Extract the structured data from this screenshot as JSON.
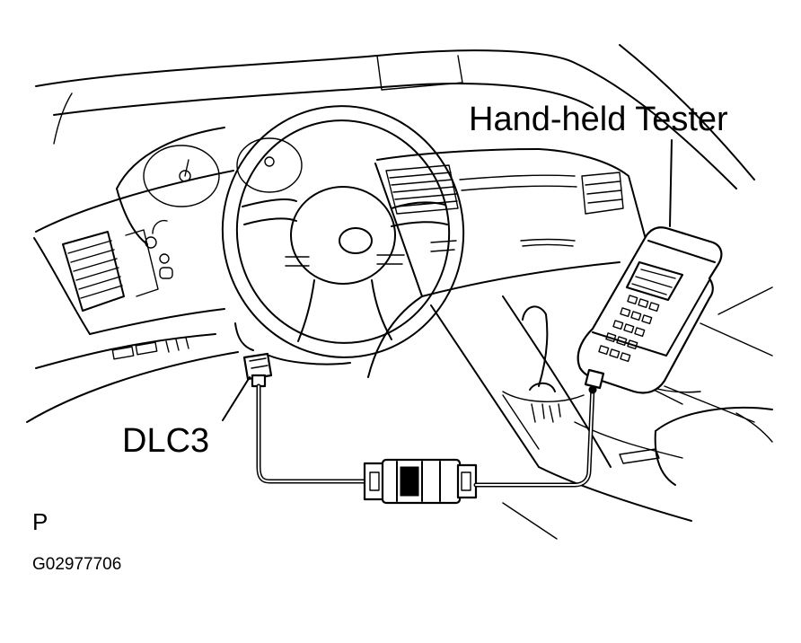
{
  "diagram": {
    "labels": {
      "tester": "Hand-held Tester",
      "connector": "DLC3",
      "view_mark": "P",
      "figure_code": "G02977706"
    },
    "colors": {
      "ink": "#000000",
      "background": "#ffffff"
    }
  }
}
